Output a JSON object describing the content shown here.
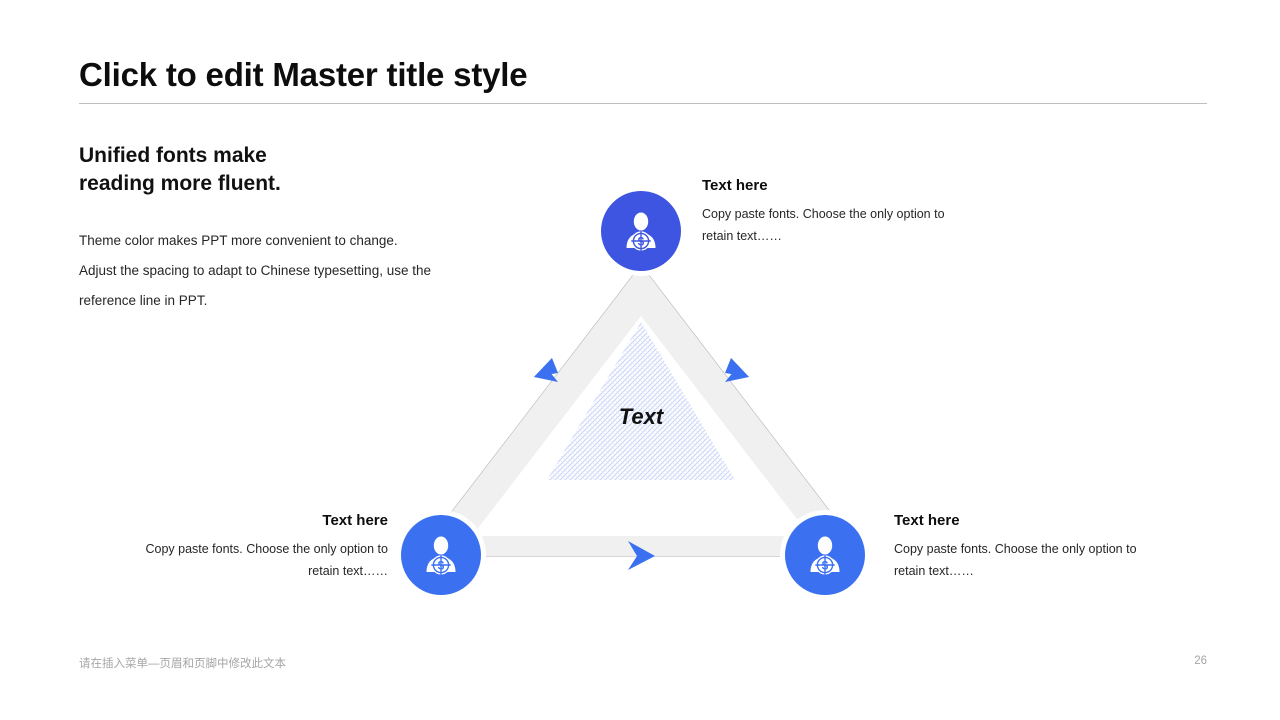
{
  "slide": {
    "title": "Click to edit Master title style",
    "accent_color": "#3D55E0",
    "accent_color_alt": "#3B71F0",
    "band_color": "#F0F0F0",
    "outline_color": "#BEBEBE",
    "hatch_color": "#C9D4F7",
    "arrow_color": "#3B71F0"
  },
  "intro": {
    "heading_line1": "Unified fonts make",
    "heading_line2": "reading more fluent.",
    "body_line1": "Theme color makes PPT more convenient to change.",
    "body_line2": "Adjust the spacing to adapt to Chinese typesetting, use the",
    "body_line3": "reference line in PPT."
  },
  "diagram": {
    "center_label": "Text",
    "nodes": [
      {
        "id": "top",
        "icon": "user-money-icon",
        "title": "Text here",
        "body_line1": "Copy paste fonts. Choose the only option to",
        "body_line2": "retain text……"
      },
      {
        "id": "left",
        "icon": "user-money-icon",
        "title": "Text here",
        "body_line1": "Copy paste fonts. Choose the only option to",
        "body_line2": "retain text……"
      },
      {
        "id": "right",
        "icon": "user-money-icon",
        "title": "Text here",
        "body_line1": "Copy paste fonts. Choose the only option to",
        "body_line2": "retain text……"
      }
    ],
    "arrows": [
      {
        "id": "left-edge-arrow",
        "direction": "down-left"
      },
      {
        "id": "bottom-edge-arrow",
        "direction": "right"
      },
      {
        "id": "right-edge-arrow",
        "direction": "up-left"
      }
    ]
  },
  "footer": {
    "note": "请在插入菜单—页眉和页脚中修改此文本",
    "page_number": "26"
  }
}
